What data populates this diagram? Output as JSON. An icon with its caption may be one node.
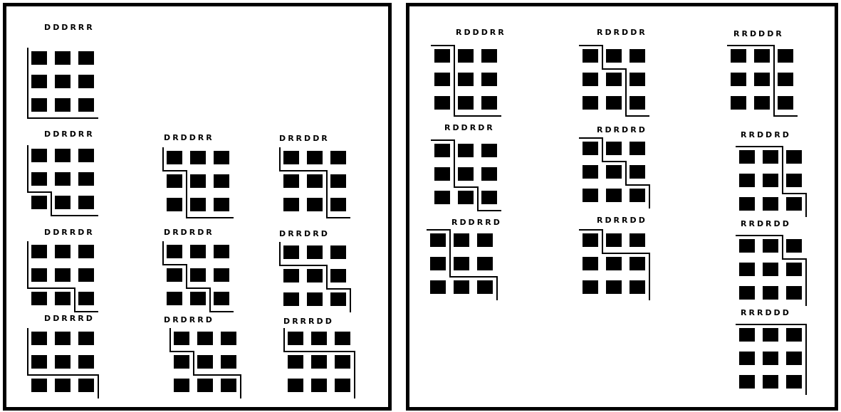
{
  "diagram": {
    "labels": [
      "DDDRRR",
      "DDRDRR",
      "DRDDRR",
      "DRRDDR",
      "DDRRDR",
      "DRDRDR",
      "DRRDRD",
      "DDRRRD",
      "DRDRRD",
      "DRRRDD",
      "RDDDRR",
      "RDRDDR",
      "RRDDDR",
      "RDDRDR",
      "RDRDRD",
      "RRDDRD",
      "RDDRRD",
      "RDRRDD",
      "RRDRDD",
      "RRRDDD"
    ]
  }
}
